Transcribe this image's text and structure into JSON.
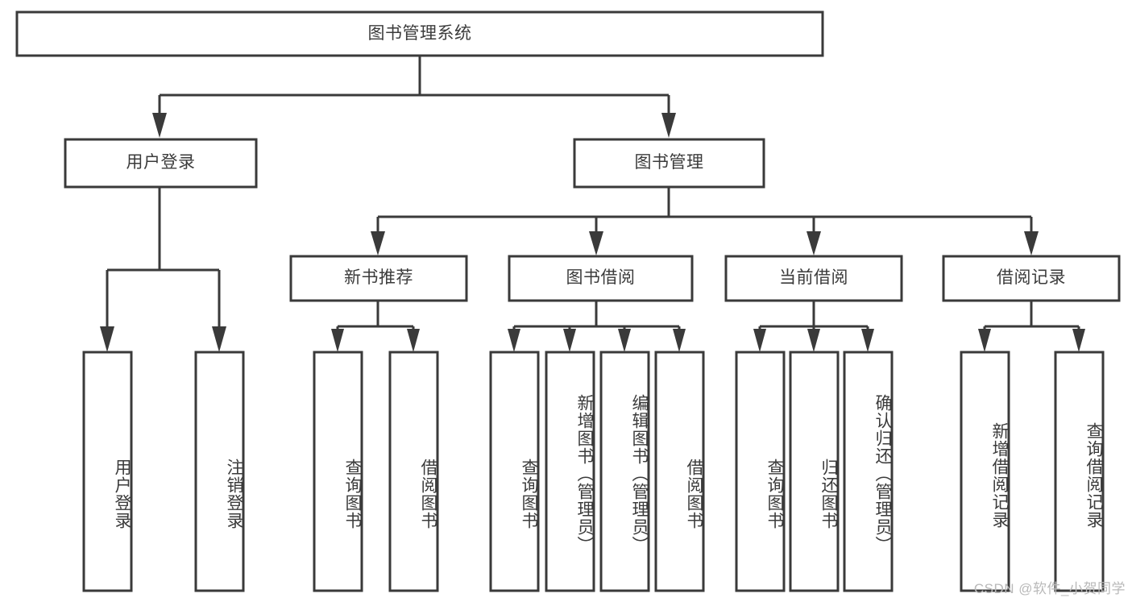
{
  "diagram": {
    "title": "图书管理系统",
    "type": "tree",
    "watermark": "CSDN @软件_小贺同学",
    "colors": {
      "background": "#ffffff",
      "box_border": "#3a3a3a",
      "box_fill": "#ffffff",
      "text": "#3b3b3b",
      "connector": "#3a3a3a",
      "watermark": "#b9b9b9"
    },
    "root": {
      "label": "图书管理系统"
    },
    "level1": [
      {
        "label": "用户登录"
      },
      {
        "label": "图书管理"
      }
    ],
    "level2": [
      {
        "label": "新书推荐"
      },
      {
        "label": "图书借阅"
      },
      {
        "label": "当前借阅"
      },
      {
        "label": "借阅记录"
      }
    ],
    "leaves": {
      "user_login": [
        {
          "label": "用户登录"
        },
        {
          "label": "注销登录"
        }
      ],
      "new_book_recommend": [
        {
          "label": "查询图书"
        },
        {
          "label": "借阅图书"
        }
      ],
      "book_borrow": [
        {
          "label": "查询图书"
        },
        {
          "label": "新增图书（管理员）"
        },
        {
          "label": "编辑图书（管理员）"
        },
        {
          "label": "借阅图书"
        }
      ],
      "current_borrow": [
        {
          "label": "查询图书"
        },
        {
          "label": "归还图书"
        },
        {
          "label": "确认归还（管理员）"
        }
      ],
      "borrow_records": [
        {
          "label": "新增借阅记录"
        },
        {
          "label": "查询借阅记录"
        }
      ]
    }
  }
}
